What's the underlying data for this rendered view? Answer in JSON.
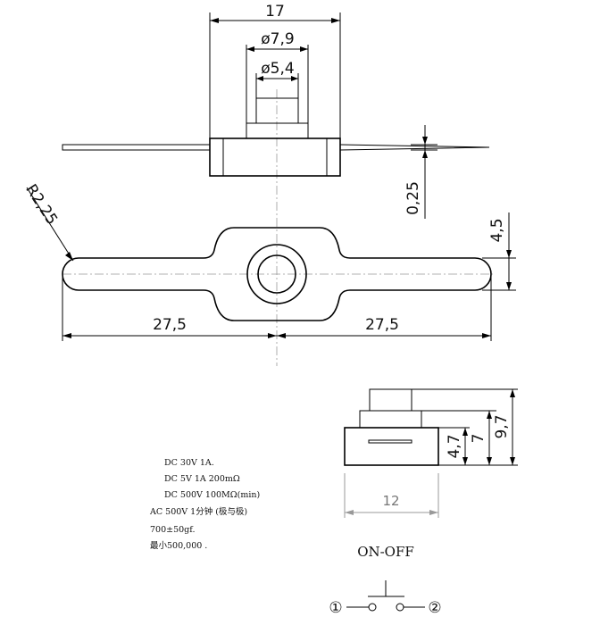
{
  "dimensions": {
    "top_width": "17",
    "outer_diameter": "ø7,9",
    "inner_diameter": "ø5,4",
    "lead_thickness": "0,25",
    "radius": "R2,25",
    "plate_height": "4,5",
    "left_length": "27,5",
    "right_length": "27,5",
    "side_h1": "4,7",
    "side_h2": "7",
    "side_h3": "9,7",
    "side_width": "12"
  },
  "specs": [
    "DC 30V 1A.",
    "DC 5V 1A 200mΩ",
    "DC  500V 100MΩ(min)",
    "AC 500V 1分钟 (极与极)",
    "700±50gf.",
    "最小500,000 ."
  ],
  "switch": {
    "label": "ON-OFF",
    "terminal_1": "①",
    "terminal_2": "②"
  }
}
